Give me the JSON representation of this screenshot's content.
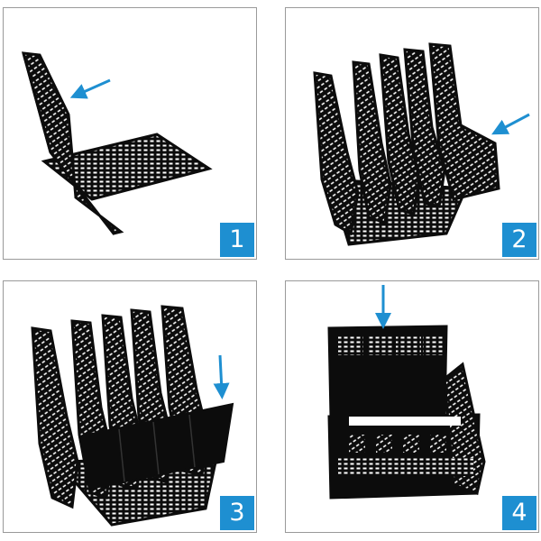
{
  "steps": [
    {
      "number": "1"
    },
    {
      "number": "2"
    },
    {
      "number": "3"
    },
    {
      "number": "4"
    }
  ],
  "colors": {
    "accent": "#1e8fd1",
    "product": "#0c0c0c",
    "border": "#9a9a9a",
    "background": "#ffffff"
  },
  "icons": [
    "arrow-icon"
  ]
}
